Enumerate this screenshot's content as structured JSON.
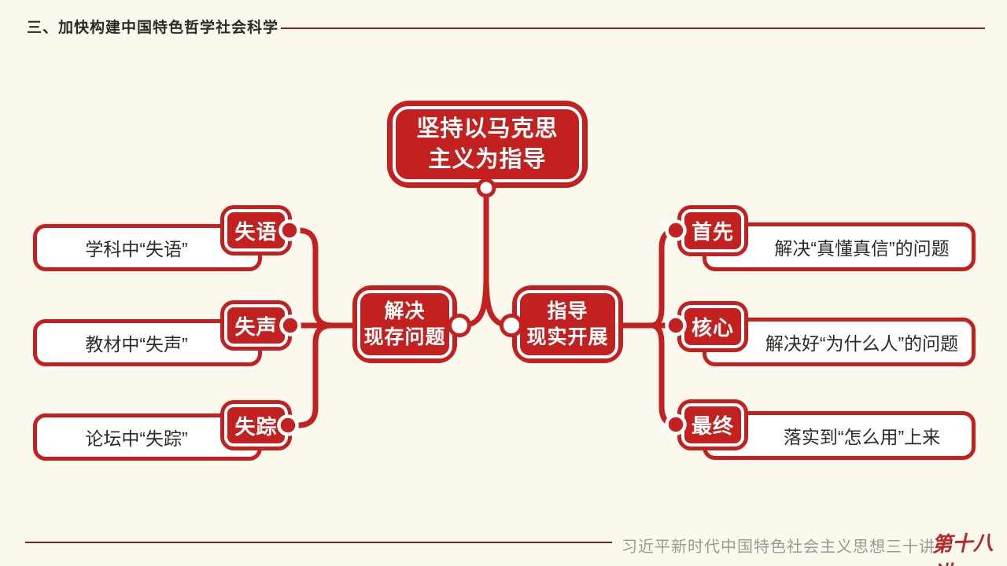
{
  "header": {
    "title": "三、加快构建中国特色哲学社会科学"
  },
  "diagram": {
    "root": {
      "line1": "坚持以马克思",
      "line2": "主义为指导"
    },
    "left_hub": {
      "line1": "解决",
      "line2": "现存问题"
    },
    "right_hub": {
      "line1": "指导",
      "line2": "现实开展"
    },
    "left_items": [
      {
        "badge": "失语",
        "text": "学科中“失语”"
      },
      {
        "badge": "失声",
        "text": "教材中“失声”"
      },
      {
        "badge": "失踪",
        "text": "论坛中“失踪”"
      }
    ],
    "right_items": [
      {
        "badge": "首先",
        "text": "解决“真懂真信”的问题"
      },
      {
        "badge": "核心",
        "text": "解决好“为什么人”的问题"
      },
      {
        "badge": "最终",
        "text": "落实到“怎么用”上来"
      }
    ]
  },
  "footer": {
    "series": "习近平新时代中国特色社会主义思想三十讲",
    "lecture": "第十八讲"
  },
  "colors": {
    "primary_red": "#c3211f",
    "rule_red": "#8d1f24",
    "background": "#fbf9ed",
    "text_dark": "#2e2a25",
    "footer_gray": "#9b9991",
    "lecture_red": "#b5282b"
  }
}
